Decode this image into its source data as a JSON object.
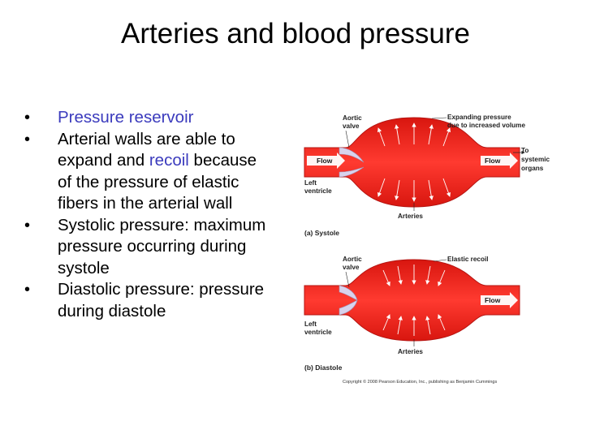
{
  "title": "Arteries and blood pressure",
  "bullets": [
    {
      "marker": "•",
      "parts": [
        {
          "text": "Pressure reservoir",
          "highlight": true
        }
      ]
    },
    {
      "marker": "•",
      "parts": [
        {
          "text": "Arterial walls are able to expand and ",
          "highlight": false
        },
        {
          "text": "recoil",
          "highlight": true
        },
        {
          "text": " because of the pressure of elastic fibers in the arterial wall",
          "highlight": false
        }
      ]
    },
    {
      "marker": "•",
      "parts": [
        {
          "text": "Systolic pressure: maximum pressure occurring during systole",
          "highlight": false
        }
      ]
    },
    {
      "marker": "•",
      "parts": [
        {
          "text": "Diastolic pressure: pressure during diastole",
          "highlight": false
        }
      ]
    }
  ],
  "figure": {
    "systole": {
      "aortic_valve": [
        "Aortic",
        "valve"
      ],
      "expanding_pressure": [
        "Expanding pressure",
        "due to increased volume"
      ],
      "flow_left": "Flow",
      "flow_right": "Flow",
      "to_systemic": [
        "To",
        "systemic",
        "organs"
      ],
      "left_ventricle": [
        "Left",
        "ventricle"
      ],
      "arteries": "Arteries",
      "caption_letter": "(a)",
      "caption_text": "Systole"
    },
    "diastole": {
      "aortic_valve": [
        "Aortic",
        "valve"
      ],
      "elastic_recoil": "Elastic recoil",
      "flow_right": "Flow",
      "left_ventricle": [
        "Left",
        "ventricle"
      ],
      "arteries": "Arteries",
      "caption_letter": "(b)",
      "caption_text": "Diastole"
    },
    "copyright": "Copyright © 2008 Pearson Education, Inc., publishing as Benjamin Cummings"
  },
  "colors": {
    "text": "#000000",
    "highlight": "#3b3bbd",
    "vessel_red": "#e8201c",
    "vessel_edge": "#b51512",
    "valve": "#d9d2ec"
  }
}
